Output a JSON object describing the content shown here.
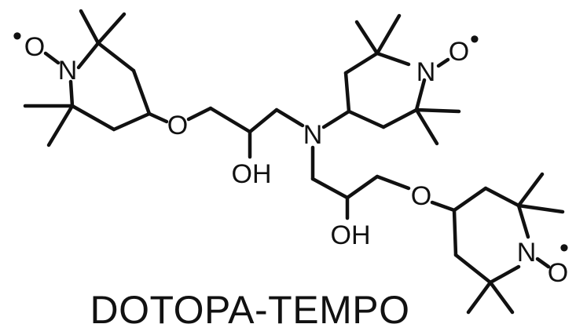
{
  "compound": {
    "name": "DOTOPA-TEMPO"
  },
  "atoms": {
    "nitrogen": "N",
    "oxygen": "O",
    "hydroxyl": "OH",
    "radical_dot": "•"
  },
  "colors": {
    "ink": "#111111",
    "background": "#ffffff"
  }
}
